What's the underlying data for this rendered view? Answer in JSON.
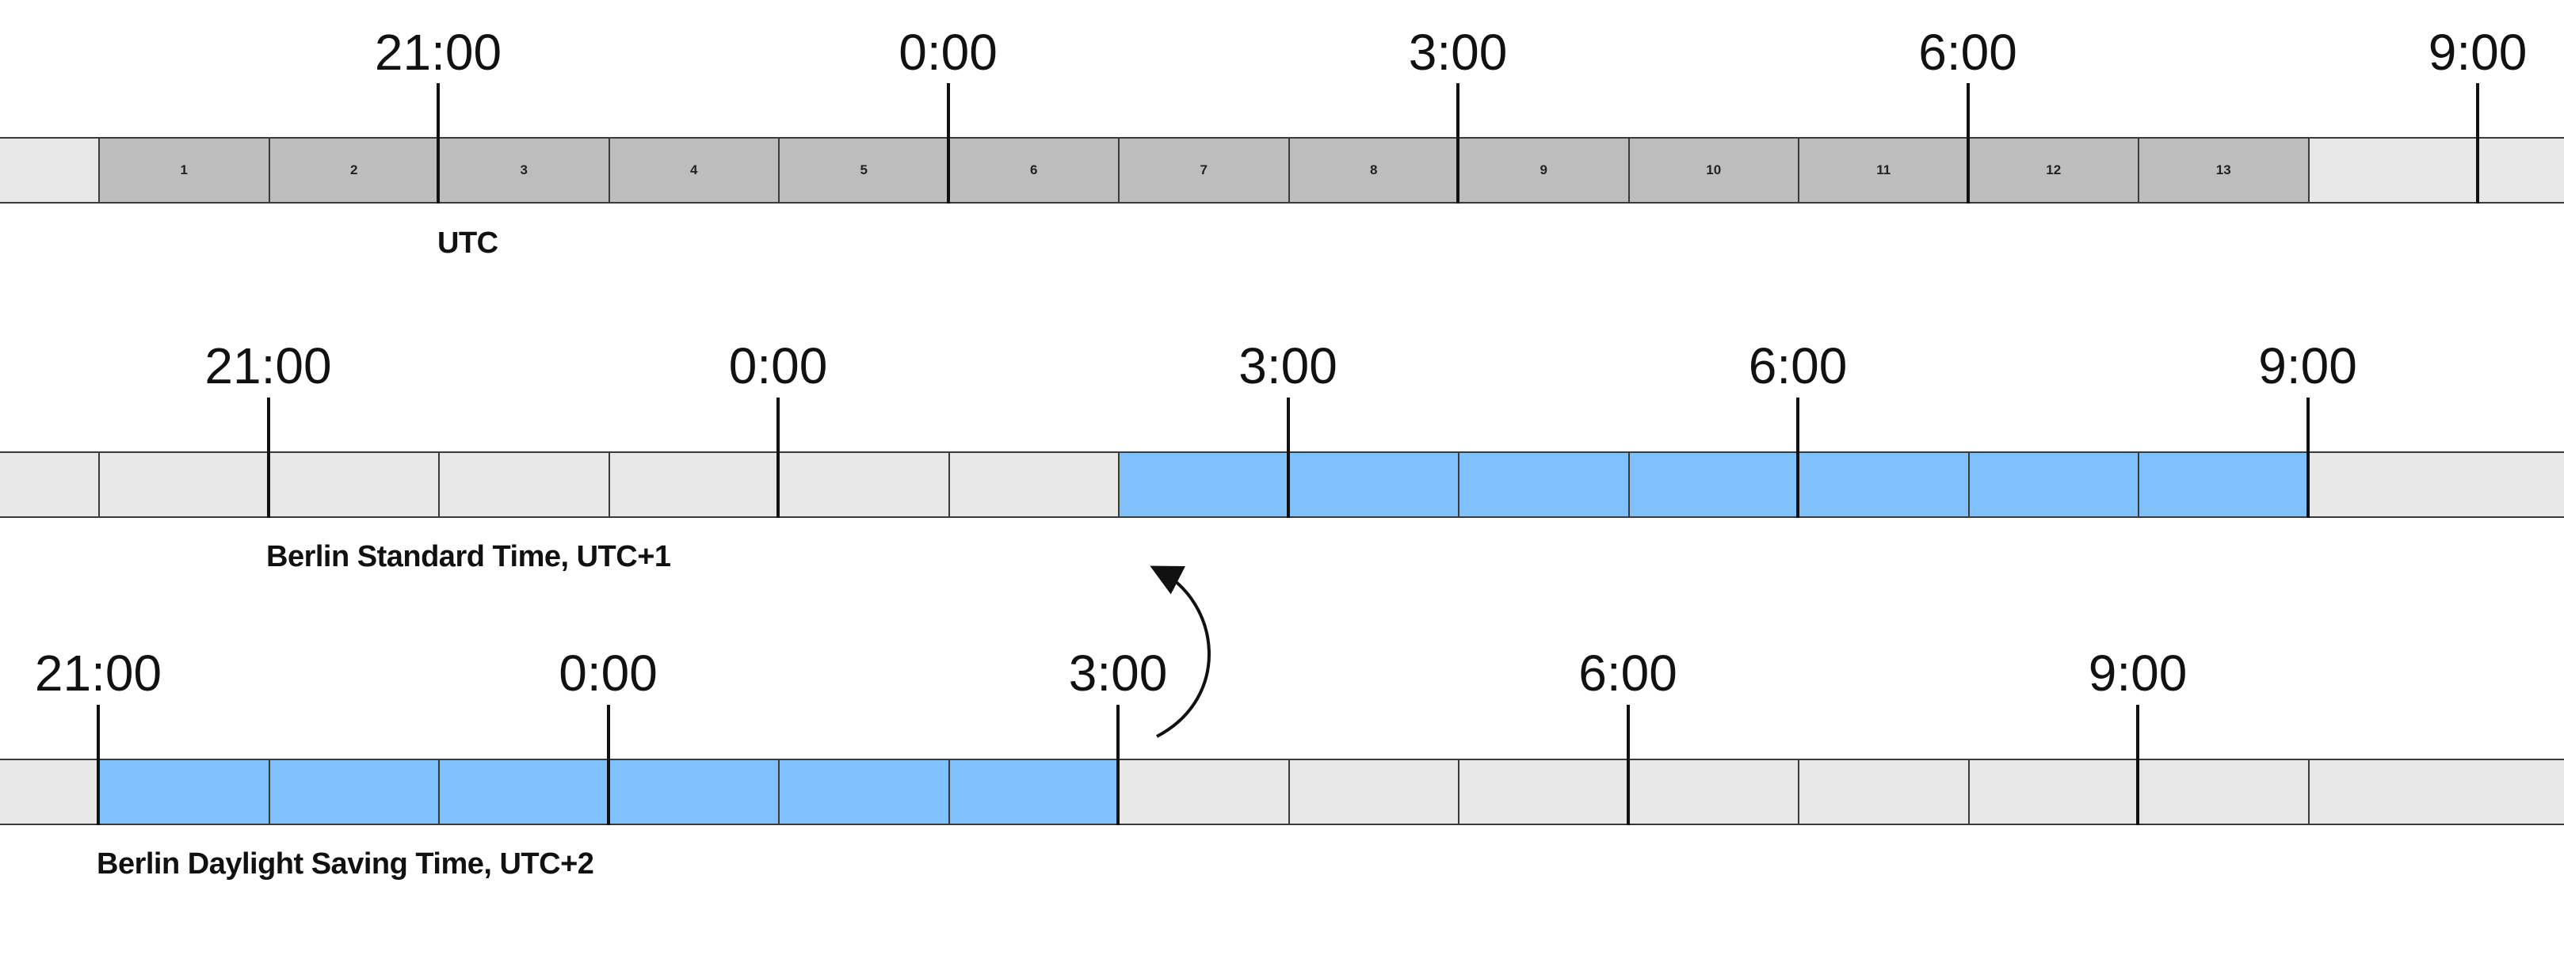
{
  "rows": [
    {
      "caption": "UTC",
      "fill": "#bdbdbd",
      "highlight_cells": [
        1,
        2,
        3,
        4,
        5,
        6,
        7,
        8,
        9,
        10,
        11,
        12,
        13
      ],
      "cell_labels": [
        "1",
        "2",
        "3",
        "4",
        "5",
        "6",
        "7",
        "8",
        "9",
        "10",
        "11",
        "12",
        "13"
      ],
      "ticks": [
        {
          "label": "21:00",
          "after_cell": 2
        },
        {
          "label": "0:00",
          "after_cell": 5
        },
        {
          "label": "3:00",
          "after_cell": 8
        },
        {
          "label": "6:00",
          "after_cell": 11
        },
        {
          "label": "9:00",
          "after_cell": 14
        }
      ]
    },
    {
      "caption": "Berlin Standard Time, UTC+1",
      "fill": "#80c1fb",
      "highlight_cells": [
        7,
        8,
        9,
        10,
        11,
        12,
        13
      ],
      "cell_labels": [],
      "ticks": [
        {
          "label": "21:00",
          "after_cell": 1
        },
        {
          "label": "0:00",
          "after_cell": 4
        },
        {
          "label": "3:00",
          "after_cell": 7
        },
        {
          "label": "6:00",
          "after_cell": 10
        },
        {
          "label": "9:00",
          "after_cell": 13
        }
      ]
    },
    {
      "caption": "Berlin Daylight Saving Time, UTC+2",
      "fill": "#80c1fb",
      "highlight_cells": [
        1,
        2,
        3,
        4,
        5,
        6
      ],
      "cell_labels": [],
      "ticks": [
        {
          "label": "21:00",
          "after_cell": 0
        },
        {
          "label": "0:00",
          "after_cell": 3
        },
        {
          "label": "3:00",
          "after_cell": 6
        },
        {
          "label": "6:00",
          "after_cell": 9
        },
        {
          "label": "9:00",
          "after_cell": 12
        }
      ]
    }
  ],
  "colors": {
    "utc_cell": "#bdbdbd",
    "inactive_cell": "#e7e7e7",
    "highlight": "#80c1fb",
    "line": "#111111"
  }
}
